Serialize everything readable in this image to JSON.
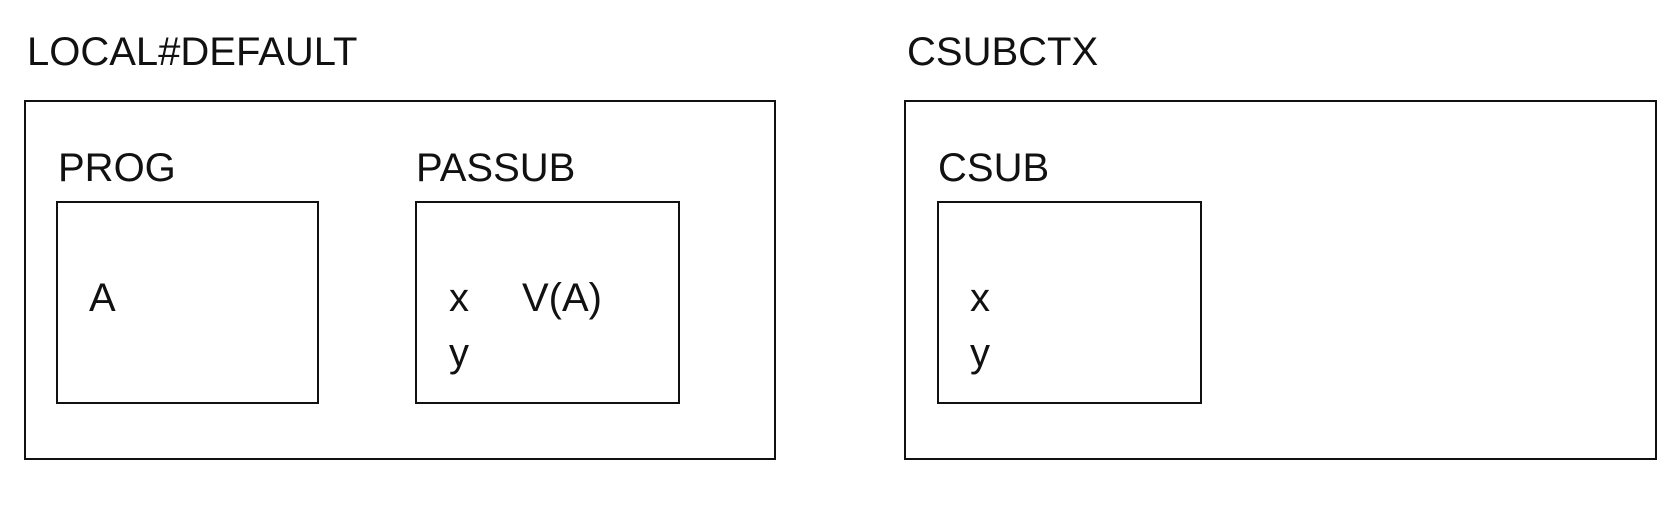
{
  "contexts": [
    {
      "label": "LOCAL#DEFAULT",
      "programs": [
        {
          "label": "PROG",
          "variables": [
            "A"
          ]
        },
        {
          "label": "PASSUB",
          "variables": [
            "x",
            "V(A)",
            "y"
          ]
        }
      ]
    },
    {
      "label": "CSUBCTX",
      "programs": [
        {
          "label": "CSUB",
          "variables": [
            "x",
            "y"
          ]
        }
      ]
    }
  ],
  "colors": {
    "stroke": "#111111",
    "background": "#ffffff"
  }
}
